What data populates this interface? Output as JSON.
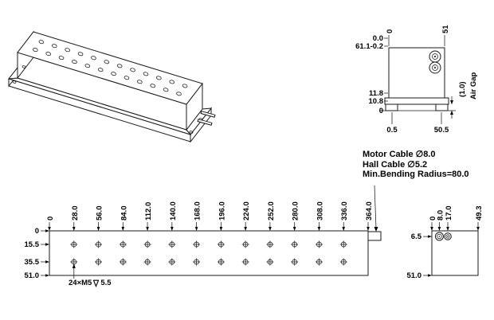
{
  "end_view_top_right": {
    "left_dims": [
      "0.0",
      "61.1-0.2",
      "11.8",
      "10.8",
      "0"
    ],
    "top_dims": [
      "0",
      "51"
    ],
    "bottom_dims": [
      "0.5",
      "50.5"
    ],
    "air_gap_value": "(1.0)",
    "air_gap_label": "Air Gap"
  },
  "plan_view": {
    "top_dims": [
      "0",
      "28.0",
      "56.0",
      "84.0",
      "112.0",
      "140.0",
      "168.0",
      "196.0",
      "224.0",
      "252.0",
      "280.0",
      "308.0",
      "336.0",
      "364.0"
    ],
    "left_dims": [
      "0",
      "15.5",
      "35.5",
      "51.0"
    ],
    "hole_note_prefix": "24×M5",
    "hole_note_depth": "5.5"
  },
  "cable_end_view": {
    "top_dims": [
      "0",
      "8.0",
      "17.0",
      "49.3"
    ],
    "left_dims": [
      "6.5",
      "51.0"
    ]
  },
  "cable_annotation": {
    "line1": "Motor Cable ∅8.0",
    "line2": "Hall Cable ∅5.2",
    "line3": "Min.Bending Radius=80.0"
  },
  "colors": {
    "line": "#1a1a1a",
    "background": "#ffffff"
  }
}
